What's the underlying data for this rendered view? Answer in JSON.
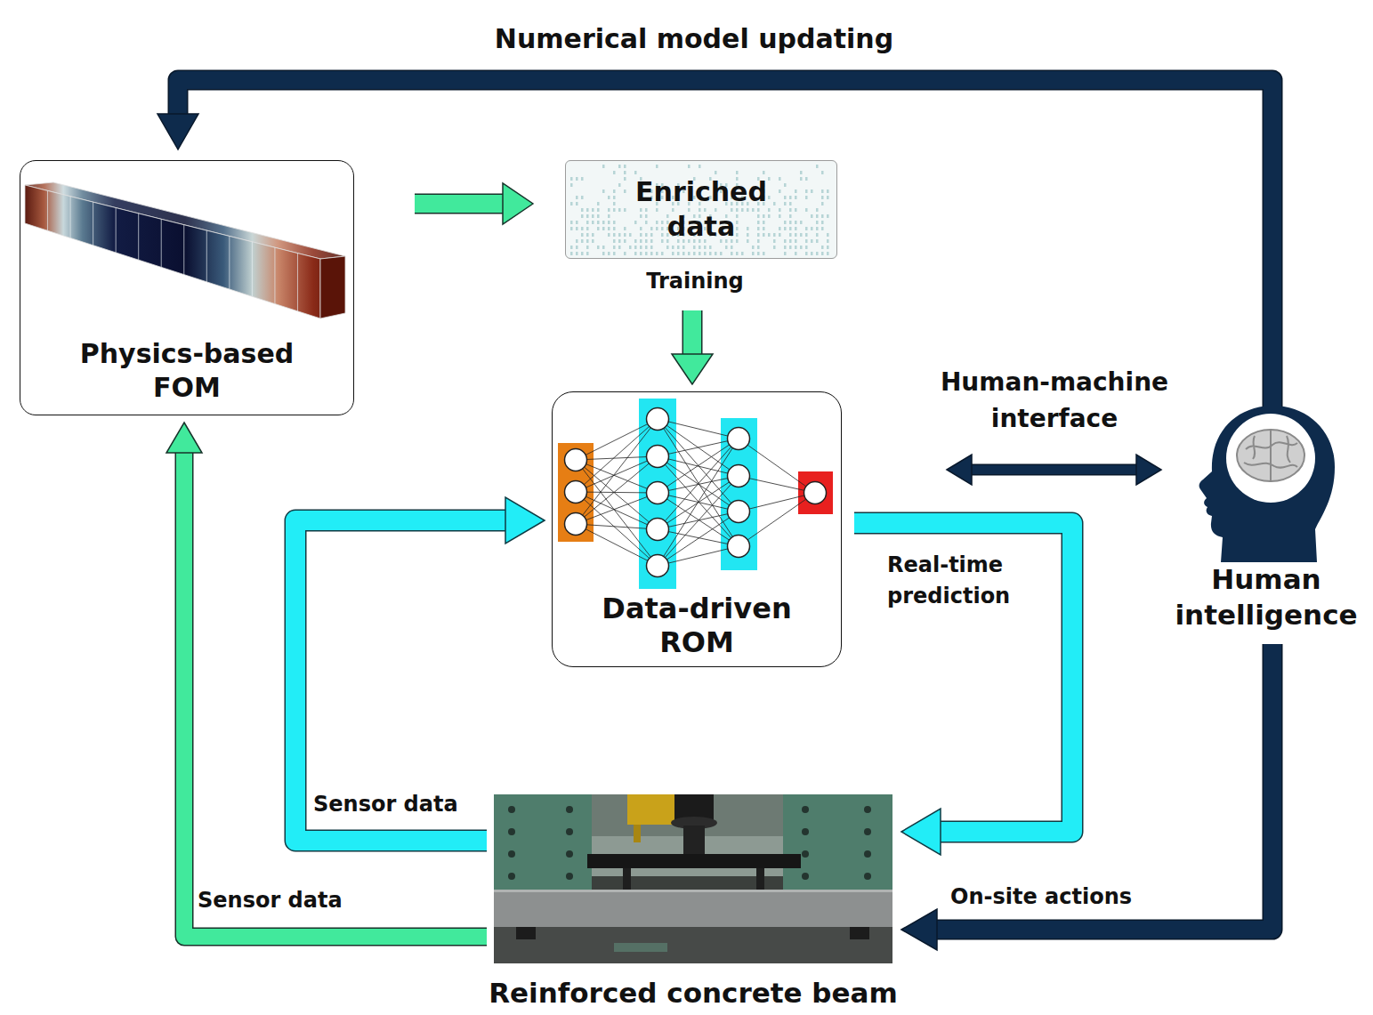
{
  "diagram": {
    "nodes": [
      {
        "text": [
          "Physics-based FOM"
        ]
      },
      {
        "text": [
          "Enriched data"
        ]
      },
      {
        "text": [
          "Data-driven ROM"
        ]
      },
      {
        "text": [
          "Human intelligence"
        ]
      },
      {
        "text": [
          "Reinforced concrete beam"
        ]
      }
    ],
    "edges": [
      {
        "from": 0,
        "to": 1,
        "arrow": "to"
      },
      {
        "from": 1,
        "to": 2,
        "label": "Training",
        "arrow": "to"
      },
      {
        "from": 2,
        "to": 4,
        "label": "Real-time prediction",
        "arrow": "to"
      },
      {
        "from": 4,
        "to": 2,
        "label": "Sensor data",
        "arrow": "to"
      },
      {
        "from": 4,
        "to": 0,
        "label": "Sensor data",
        "arrow": "to"
      },
      {
        "from": 3,
        "to": 0,
        "label": "Numerical model updating",
        "arrow": "to"
      },
      {
        "from": 3,
        "to": 4,
        "label": "On-site actions",
        "arrow": "to"
      },
      {
        "from": 2,
        "to": 3,
        "label": "Human-machine interface",
        "arrow": "both"
      }
    ]
  }
}
